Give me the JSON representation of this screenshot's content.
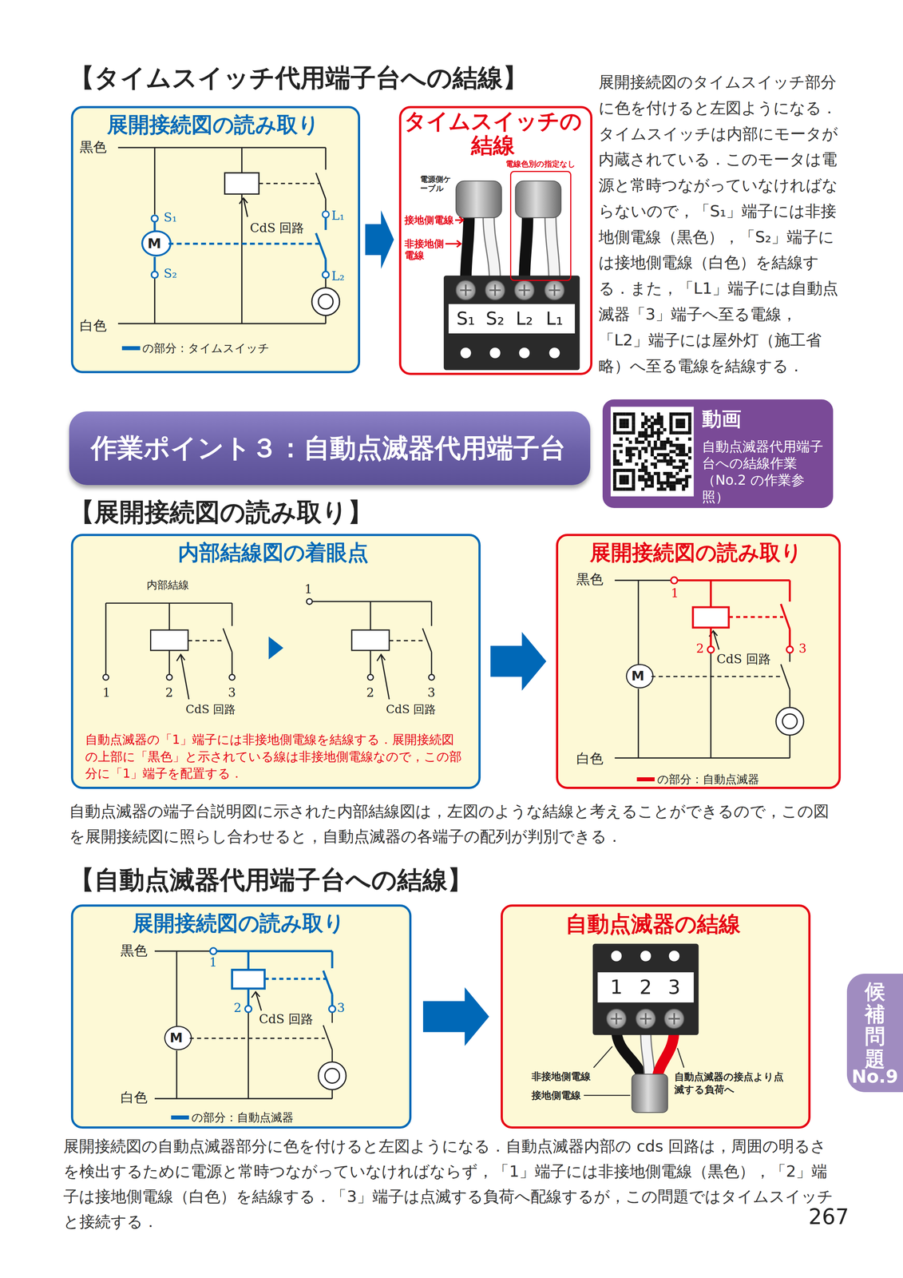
{
  "diagram": {
    "nodes": [
      {
        "text": [
          "展開接続図の読み取り"
        ]
      },
      {
        "text": [
          "M"
        ],
        "in": 0
      },
      {
        "text": [
          "タイムスイッチの結線"
        ]
      },
      {
        "text": [
          "電線色別の指定なし"
        ],
        "in": 2
      },
      {
        "text": [
          "作業ポイント３：自動点滅器代用端子台"
        ]
      },
      {
        "text": [
          "動画",
          "自動点滅器代用端子台への結線作業（No.2 の作業参照）"
        ]
      },
      {
        "text": [
          "内部結線図の着眼点",
          "自動点滅器の「1」端子には非接地側電線を結線する．展開接続図の上部に「黒色」と示されている線は非接地側電線なので，この部分に「1」端子を配置する．"
        ]
      },
      {
        "text": [
          "展開接続図の読み取り"
        ]
      },
      {
        "text": [
          "M"
        ],
        "in": 7
      },
      {
        "text": [
          "展開接続図の読み取り"
        ]
      },
      {
        "text": [
          "M"
        ],
        "in": 9
      },
      {
        "text": [
          "自動点滅器の結線"
        ]
      },
      {
        "text": [
          "候補問題",
          "No.9"
        ]
      }
    ],
    "edges": [
      {
        "from": 0,
        "to": 2,
        "arrow": "to"
      },
      {
        "from": 6,
        "to": 7,
        "arrow": "to"
      },
      {
        "from": 9,
        "to": 11,
        "arrow": "to"
      }
    ],
    "labels": [
      "【タイムスイッチ代用端子台への結線】",
      "黒色",
      "S₁",
      "CdS 回路",
      "L₁",
      "S₂",
      "L₂",
      "白色",
      "電源側ケーブル",
      "接地側電線",
      "非接地側電線",
      "S₁",
      "S₂",
      "L₂",
      "L₁",
      "展開接続図のタイムスイッチ部分に色を付けると左図ようになる．タイムスイッチは内部にモータが内蔵されている．このモータは電源と常時つながっていなければならないので，「S₁」端子には非接地側電線（黒色），「S₂」端子には接地側電線（白色）を結線する．また，「L1」端子には自動点滅器「3」端子へ至る電線，「L2」端子には屋外灯（施工省略）へ至る電線を結線する．",
      "【展開接続図の読み取り】",
      "内部結線",
      "1",
      "2",
      "3",
      "CdS 回路",
      "1",
      "2",
      "3",
      "CdS 回路",
      "黒色",
      "1",
      "2",
      "3",
      "CdS 回路",
      "白色",
      "自動点滅器の端子台説明図に示された内部結線図は，左図のような結線と考えることができるので，この図を展開接続図に照らし合わせると，自動点滅器の各端子の配列が判別できる．",
      "【自動点滅器代用端子台への結線】",
      "黒色",
      "1",
      "2",
      "CdS 回路",
      "3",
      "白色",
      "1",
      "2",
      "3",
      "非接地側電線",
      "自動点滅器の接点より点滅する負荷へ",
      "接地側電線",
      "展開接続図の自動点滅器部分に色を付けると左図ようになる．自動点滅器内部の cds 回路は，周囲の明るさを検出するために電源と常時つながっていなければならず，「1」端子には非接地側電線（黒色），「2」端子は接地側電線（白色）を結線する．「3」端子は点滅する負荷へ配線するが，この問題ではタイムスイッチと接続する．",
      "267"
    ],
    "legend": [
      {
        "text": "の部分：タイムスイッチ",
        "color": "#0068b7"
      },
      {
        "text": "の部分：自動点滅器",
        "color": "#e60012"
      },
      {
        "text": "の部分：自動点滅器",
        "color": "#0068b7"
      }
    ]
  }
}
